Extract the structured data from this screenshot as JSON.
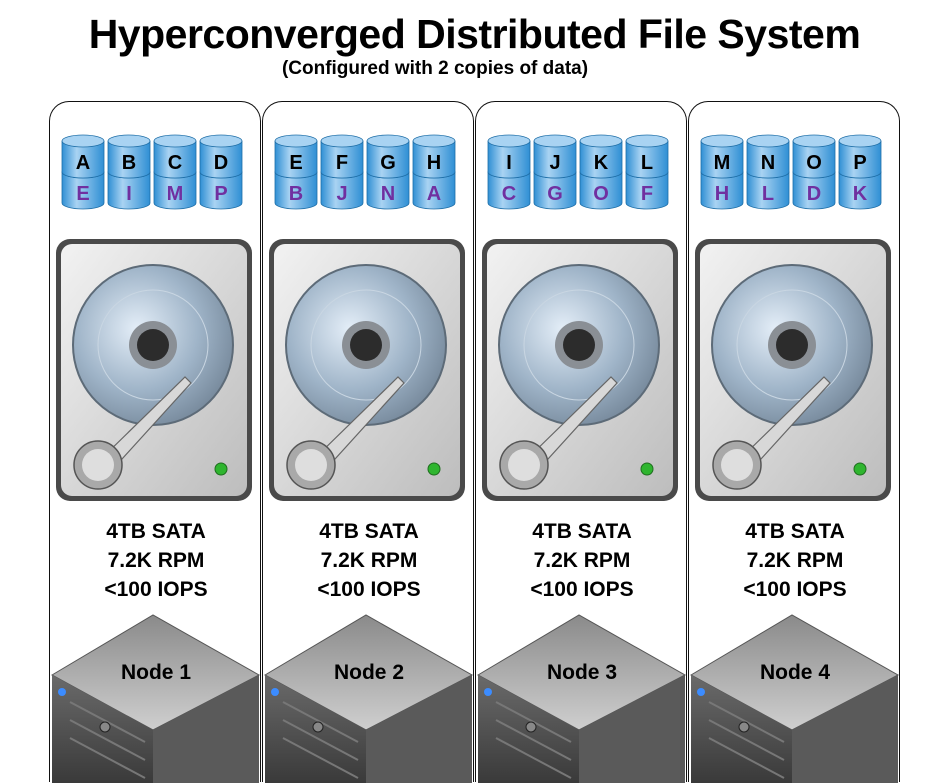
{
  "title": "Hyperconverged Distributed File System",
  "subtitle": "(Configured with 2 copies of data)",
  "colors": {
    "primary_letter": "#000000",
    "replica_letter": "#7030a0",
    "cylinder_light": "#a9d3f2",
    "cylinder_dark": "#2f8fd4",
    "led": "#2fb52f"
  },
  "nodes": [
    {
      "label": "Node 1",
      "spec": [
        "4TB SATA",
        "7.2K RPM",
        "<100 IOPS"
      ],
      "primary": [
        "A",
        "B",
        "C",
        "D"
      ],
      "replica": [
        "E",
        "I",
        "M",
        "P"
      ]
    },
    {
      "label": "Node 2",
      "spec": [
        "4TB SATA",
        "7.2K RPM",
        "<100 IOPS"
      ],
      "primary": [
        "E",
        "F",
        "G",
        "H"
      ],
      "replica": [
        "B",
        "J",
        "N",
        "A"
      ]
    },
    {
      "label": "Node 3",
      "spec": [
        "4TB SATA",
        "7.2K RPM",
        "<100 IOPS"
      ],
      "primary": [
        "I",
        "J",
        "K",
        "L"
      ],
      "replica": [
        "C",
        "G",
        "O",
        "F"
      ]
    },
    {
      "label": "Node 4",
      "spec": [
        "4TB SATA",
        "7.2K RPM",
        "<100 IOPS"
      ],
      "primary": [
        "M",
        "N",
        "O",
        "P"
      ],
      "replica": [
        "H",
        "L",
        "D",
        "K"
      ]
    }
  ]
}
